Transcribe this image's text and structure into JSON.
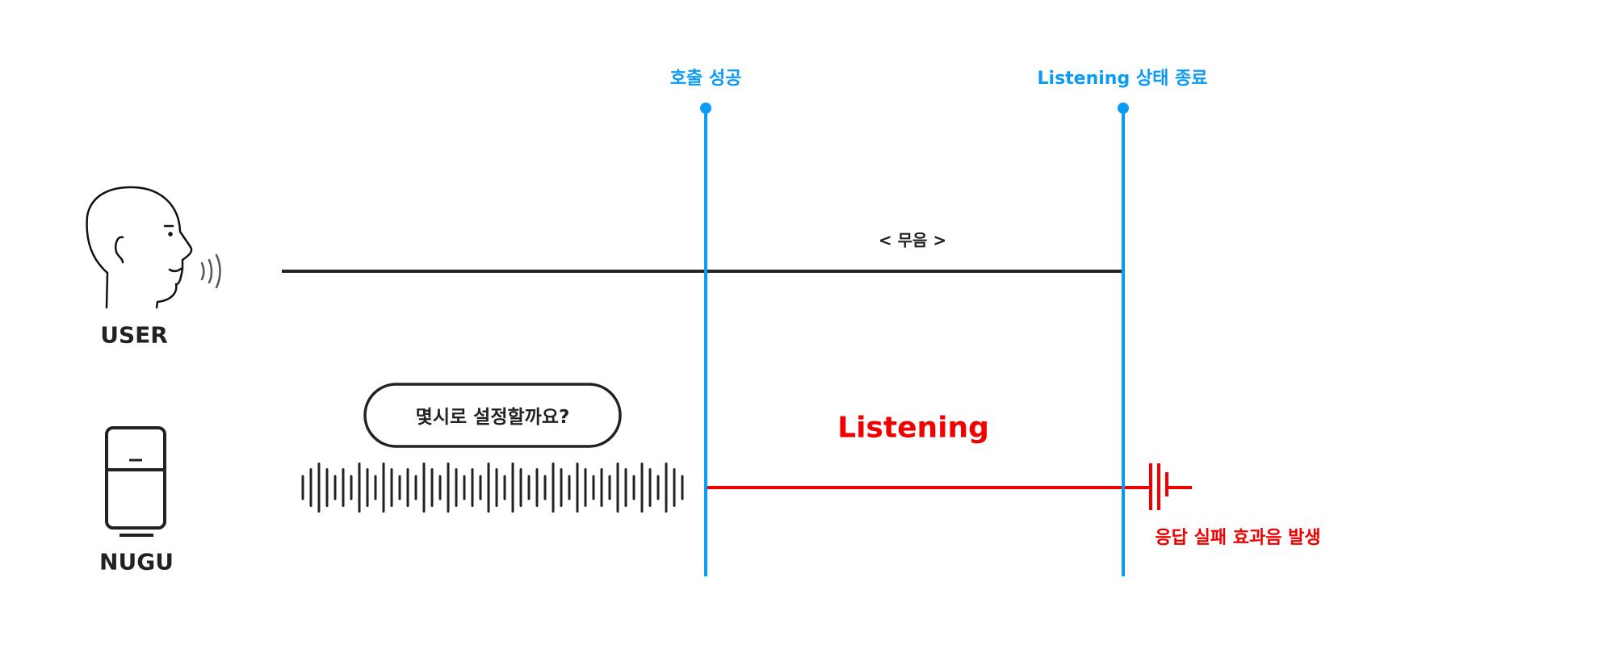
{
  "actors": {
    "user": "USER",
    "device": "NUGU"
  },
  "markers": {
    "wake_success": "호출 성공",
    "listening_end": "Listening 상태 종료"
  },
  "user_track": {
    "silence_label": "< 무음 >"
  },
  "device_track": {
    "prompt_bubble": "몇시로 설정할까요?",
    "state_label": "Listening",
    "failure_label": "응답 실패 효과음 발생"
  },
  "colors": {
    "marker": "#0A9BF5",
    "listening": "#F20000",
    "line": "#222222"
  }
}
